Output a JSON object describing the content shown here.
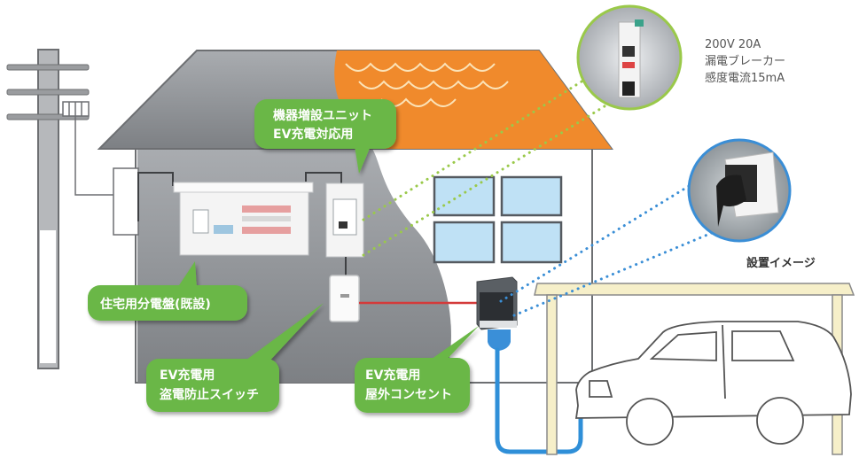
{
  "title": "EV充電設備 設置イメージ図",
  "colors": {
    "house_gray": "#8f9296",
    "roof_orange": "#f08a2c",
    "bubble_green": "#6ab746",
    "window_blue": "#bfe1f5",
    "cable_blue": "#2f8fd8",
    "cable_red": "#d43a3a",
    "carport_beige": "#f6efc9"
  },
  "labels": {
    "unit_bubble": [
      "機器増設ユニット",
      "EV充電対応用"
    ],
    "panel_bubble": [
      "住宅用分電盤(既設)"
    ],
    "switch_bubble": [
      "EV充電用",
      "盗電防止スイッチ"
    ],
    "outlet_bubble": [
      "EV充電用",
      "屋外コンセント"
    ]
  },
  "callouts": {
    "breaker": [
      "200V  20A",
      "漏電ブレーカー",
      "感度電流15mA"
    ],
    "install_image_caption": "設置イメージ"
  }
}
